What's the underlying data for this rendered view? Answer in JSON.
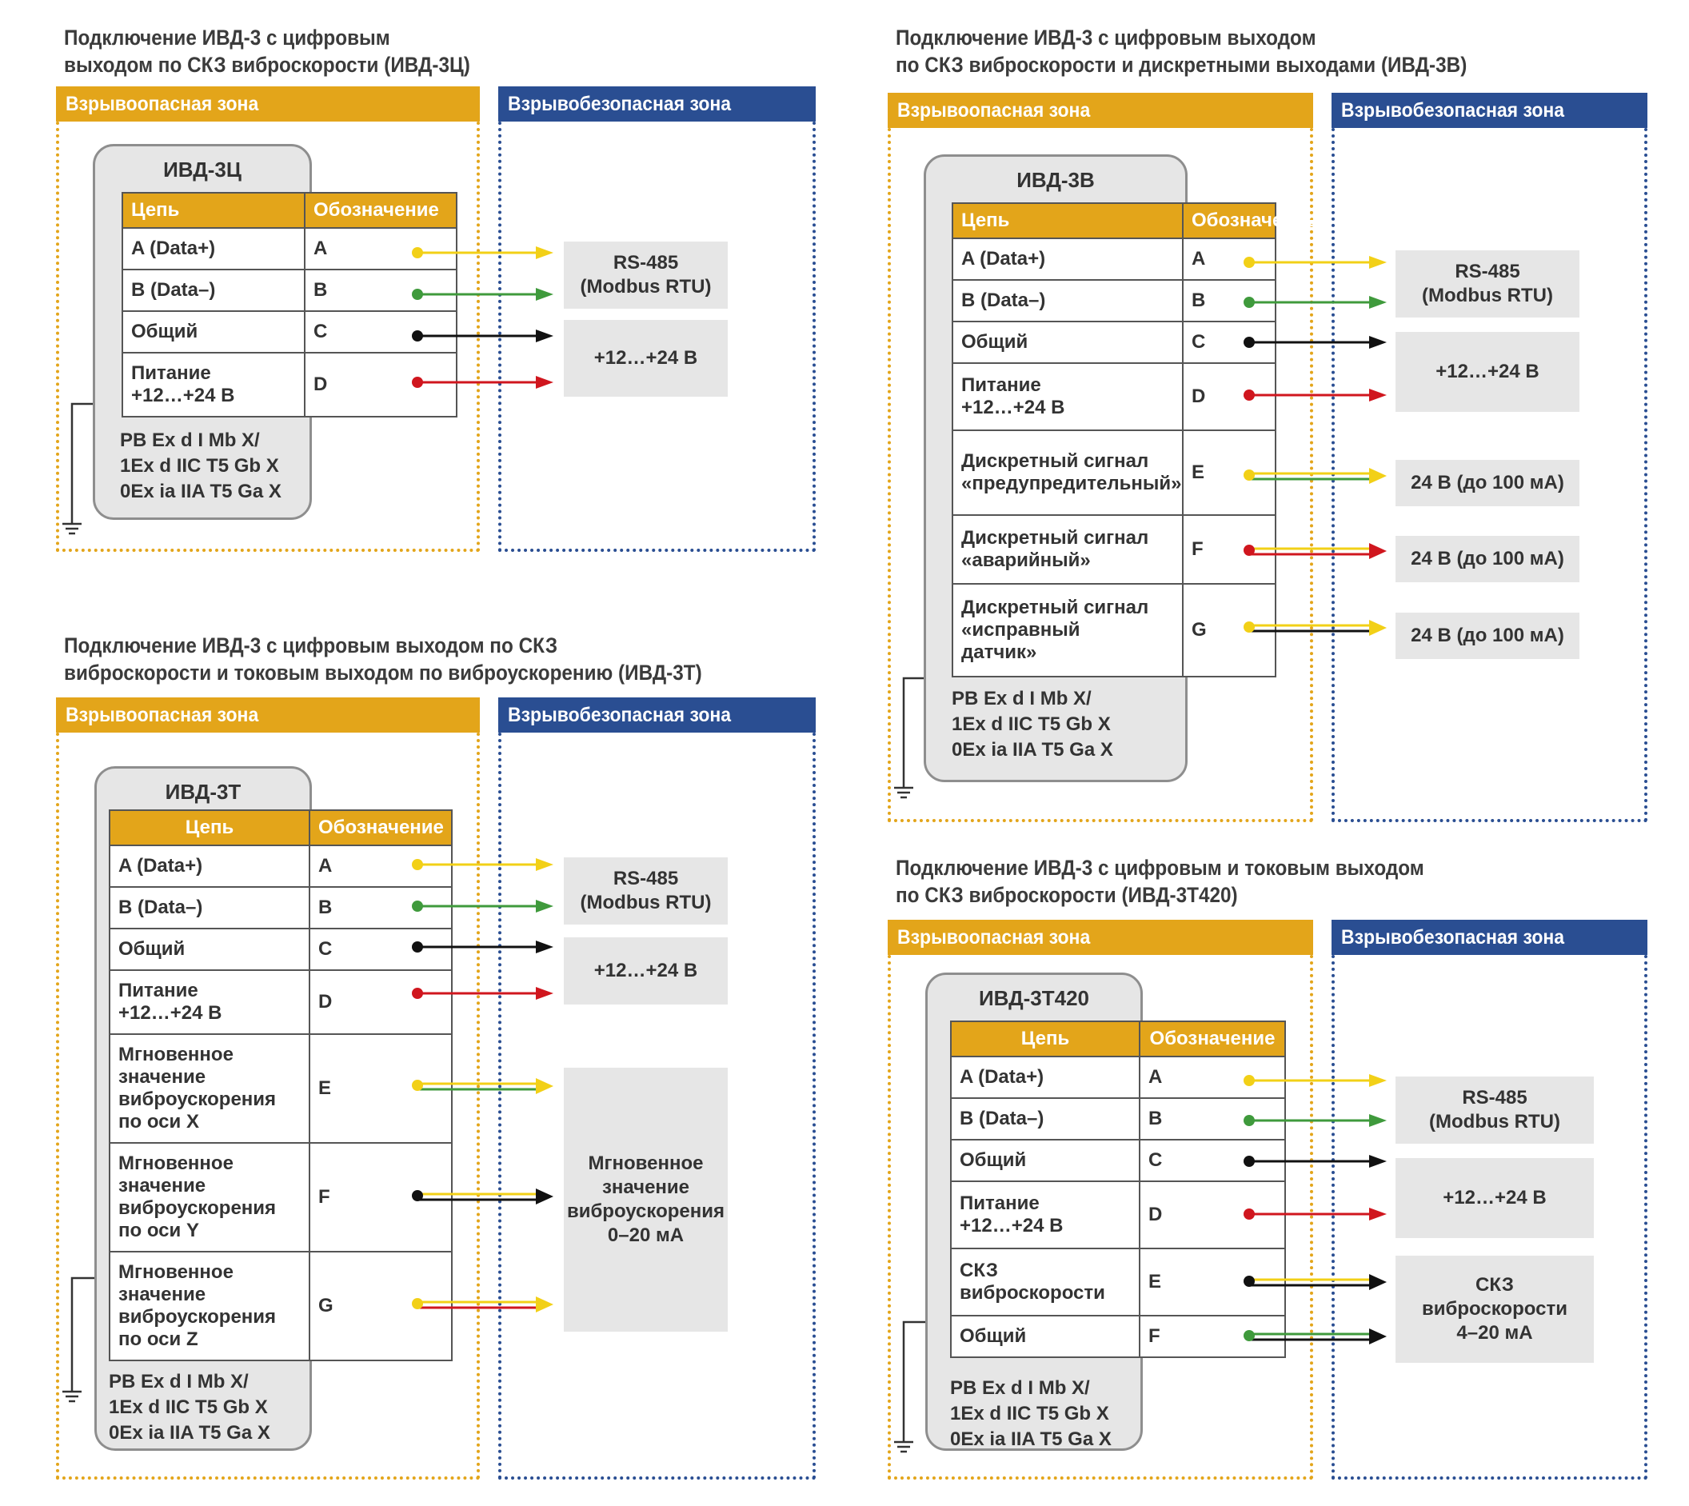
{
  "common": {
    "hazard_zone": "Взрывоопасная зона",
    "safe_zone": "Взрывобезопасная зона",
    "col_circuit": "Цепь",
    "col_designation": "Обозначение",
    "ex_marking": "PB Ex d I Mb X/\n1Ex d IIC T5 Gb X\n0Ex ia IIA T5 Ga X",
    "rs485": "RS-485\n(Modbus RTU)",
    "power": "+12…+24 В"
  },
  "colors": {
    "yellow": "#f2d017",
    "green": "#3f9a3c",
    "black": "#111111",
    "red": "#d0161e",
    "hazard": "#e3a51a",
    "safe": "#2a4e92"
  },
  "diagrams": [
    {
      "id": "ivd3c",
      "title_line1": "Подключение ИВД-3 с цифровым",
      "title_line2": "выходом по СКЗ виброскорости (ИВД-3Ц)",
      "device": "ИВД-3Ц",
      "rows": [
        {
          "name": "A (Data+)",
          "code": "A"
        },
        {
          "name": "B (Data–)",
          "code": "B"
        },
        {
          "name": "Общий",
          "code": "C"
        },
        {
          "name": "Питание\n+12…+24 В",
          "code": "D"
        }
      ]
    },
    {
      "id": "ivd3t",
      "title_line1": "Подключение ИВД-3 с цифровым выходом по СКЗ",
      "title_line2": "виброскорости и токовым выходом по виброускорению (ИВД-3Т)",
      "device": "ИВД-3Т",
      "rows": [
        {
          "name": "A (Data+)",
          "code": "A"
        },
        {
          "name": "B (Data–)",
          "code": "B"
        },
        {
          "name": "Общий",
          "code": "C"
        },
        {
          "name": "Питание\n+12…+24 В",
          "code": "D"
        },
        {
          "name": "Мгновенное\nзначение\nвиброускорения\nпо оси X",
          "code": "E"
        },
        {
          "name": "Мгновенное\nзначение\nвиброускорения\nпо оси Y",
          "code": "F"
        },
        {
          "name": "Мгновенное\nзначение\nвиброускорения\nпо оси Z",
          "code": "G"
        }
      ],
      "current_target": "Мгновенное\nзначение\nвиброускорения\n0–20 мА"
    },
    {
      "id": "ivd3v",
      "title_line1": "Подключение ИВД-3 с цифровым выходом",
      "title_line2": "по СКЗ виброскорости и дискретными выходами (ИВД-3В)",
      "device": "ИВД-3В",
      "rows": [
        {
          "name": "A (Data+)",
          "code": "A"
        },
        {
          "name": "B (Data–)",
          "code": "B"
        },
        {
          "name": "Общий",
          "code": "C"
        },
        {
          "name": "Питание\n+12…+24 В",
          "code": "D"
        },
        {
          "name": "Дискретный сигнал\n«предупредительный»",
          "code": "E"
        },
        {
          "name": "Дискретный сигнал\n«аварийный»",
          "code": "F"
        },
        {
          "name": "Дискретный сигнал\n«исправный\nдатчик»",
          "code": "G"
        }
      ],
      "discrete_target": "24 В (до 100 мА)"
    },
    {
      "id": "ivd3t420",
      "title_line1": "Подключение ИВД-3 с цифровым и токовым выходом",
      "title_line2": "по СКЗ виброскорости (ИВД-3Т420)",
      "device": "ИВД-3Т420",
      "rows": [
        {
          "name": "A (Data+)",
          "code": "A"
        },
        {
          "name": "B (Data–)",
          "code": "B"
        },
        {
          "name": "Общий",
          "code": "C"
        },
        {
          "name": "Питание\n+12…+24 В",
          "code": "D"
        },
        {
          "name": "СКЗ\nвиброскорости",
          "code": "E"
        },
        {
          "name": "Общий",
          "code": "F"
        }
      ],
      "current_target": "СКЗ\nвиброскорости\n4–20 мА"
    }
  ]
}
